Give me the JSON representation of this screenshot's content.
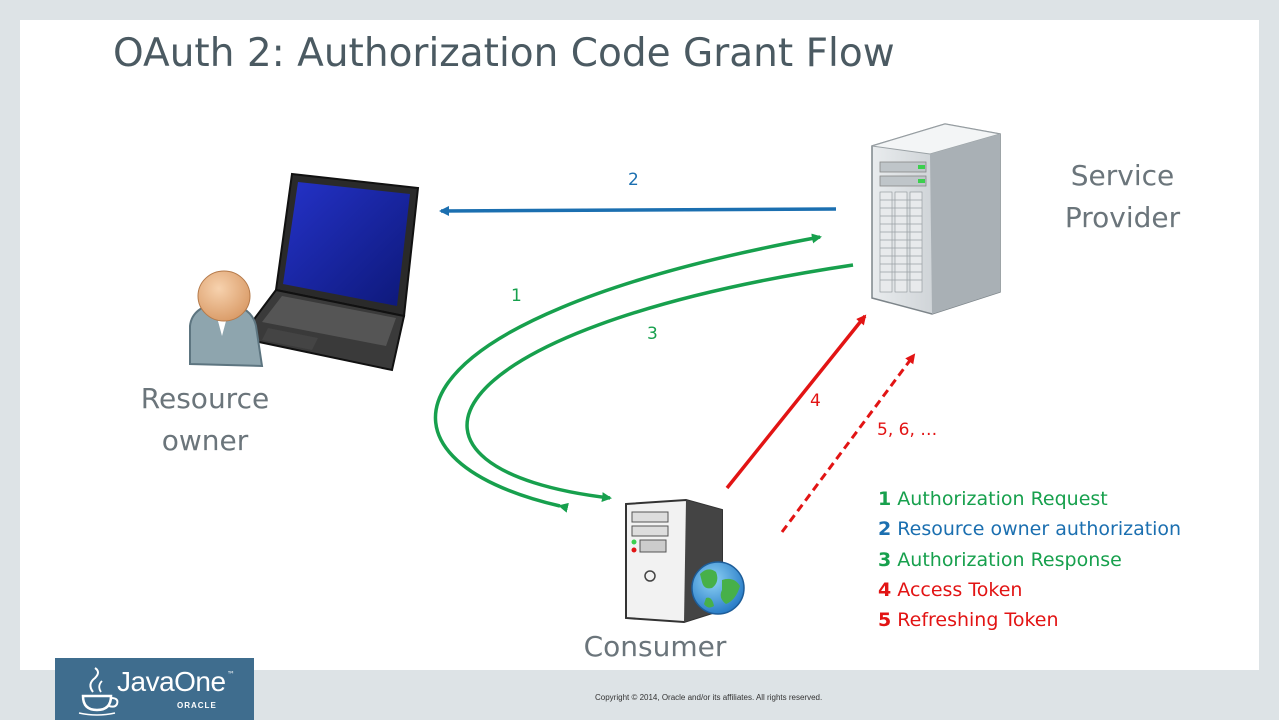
{
  "title": "OAuth 2: Authorization Code Grant Flow",
  "actors": {
    "resource_owner": "Resource\nowner",
    "service_provider": "Service\nProvider",
    "consumer": "Consumer"
  },
  "steps": {
    "s1": "1",
    "s2": "2",
    "s3": "3",
    "s4": "4",
    "s5": "5, 6, …"
  },
  "legend": [
    {
      "num": "1",
      "label": "Authorization Request",
      "color": "#17a04d"
    },
    {
      "num": "2",
      "label": "Resource owner authorization",
      "color": "#1b6fb0"
    },
    {
      "num": "3",
      "label": "Authorization Response",
      "color": "#17a04d"
    },
    {
      "num": "4",
      "label": "Access Token",
      "color": "#e21414"
    },
    {
      "num": "5",
      "label": "Refreshing Token",
      "color": "#e21414"
    }
  ],
  "colors": {
    "green": "#17a04d",
    "blue": "#1b6fb0",
    "red": "#e21414"
  },
  "logo": {
    "name": "JavaOne",
    "tm": "™",
    "sub": "ORACLE"
  },
  "copyright": "Copyright © 2014, Oracle and/or its affiliates. All rights reserved."
}
